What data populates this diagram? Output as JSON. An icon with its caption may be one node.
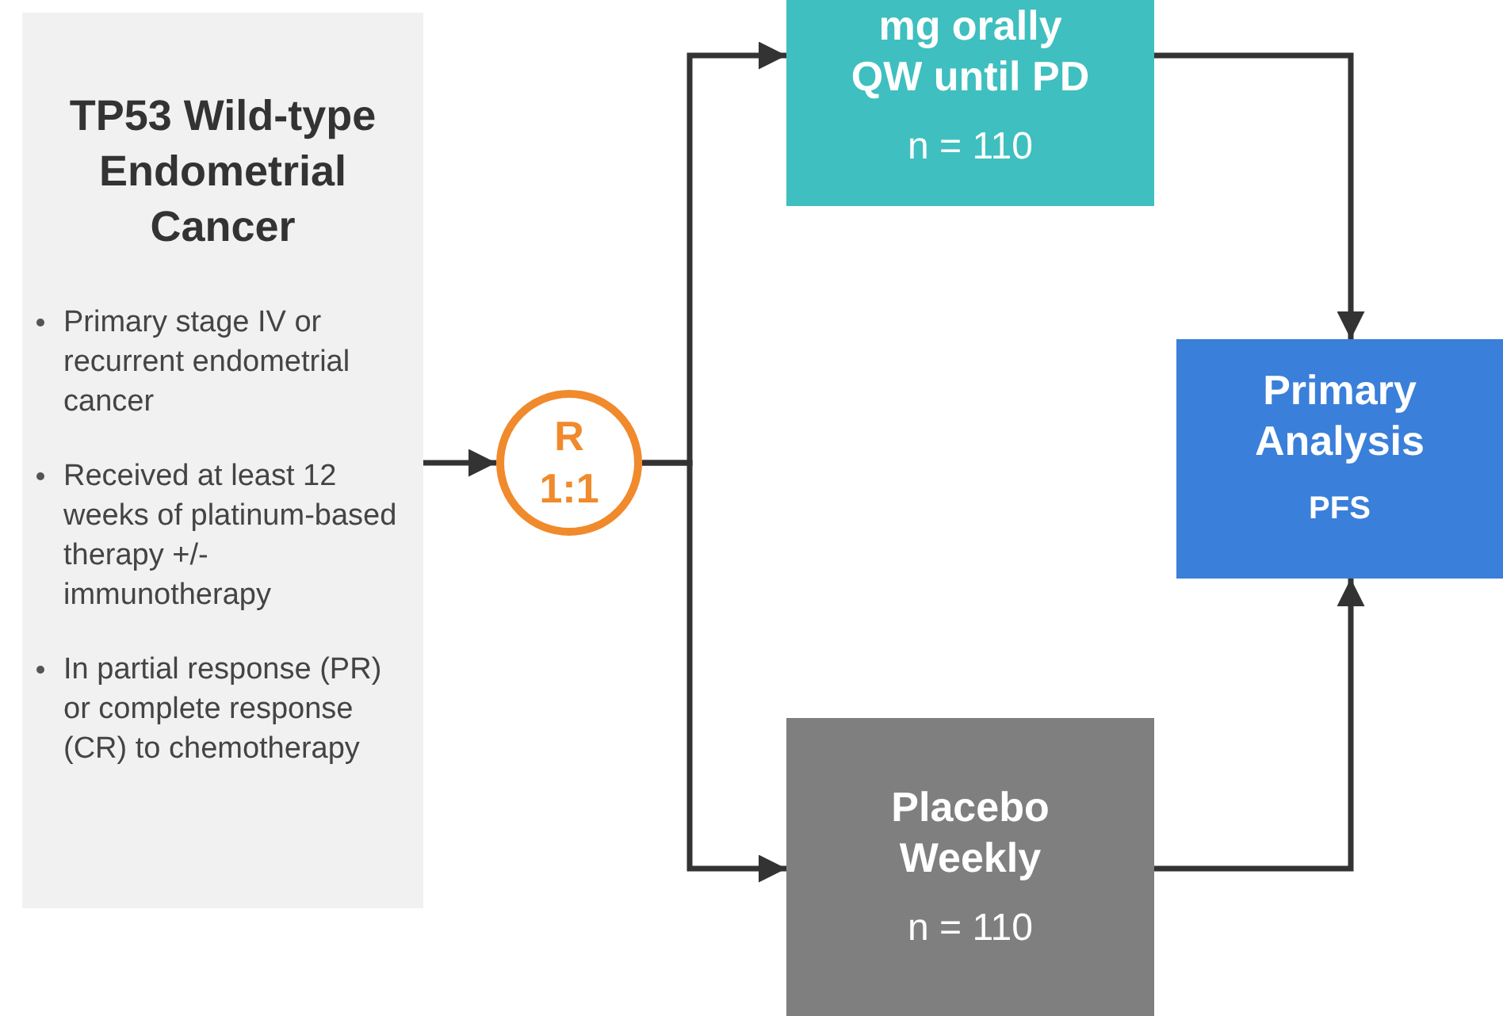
{
  "diagram": {
    "nodes": [
      {
        "text": [
          "TP53 Wild-type Endometrial Cancer",
          "Primary stage IV or recurrent endometrial cancer",
          "Received at least 12 weeks of platinum-based therapy +/- immunotherapy",
          "In partial response (PR) or complete response (CR) to chemotherapy"
        ]
      },
      {
        "text": [
          "R 1:1"
        ]
      },
      {
        "text": [
          "mg orally QW until PD",
          "n = 110"
        ]
      },
      {
        "text": [
          "Placebo Weekly",
          "n = 110"
        ]
      },
      {
        "text": [
          "Primary Analysis",
          "PFS"
        ]
      }
    ],
    "edges": [
      {
        "from": 0,
        "to": 1,
        "arrow": "to"
      },
      {
        "from": 1,
        "to": 2,
        "arrow": "to"
      },
      {
        "from": 1,
        "to": 3,
        "arrow": "to"
      },
      {
        "from": 2,
        "to": 4,
        "arrow": "to"
      },
      {
        "from": 3,
        "to": 4,
        "arrow": "to"
      }
    ]
  }
}
